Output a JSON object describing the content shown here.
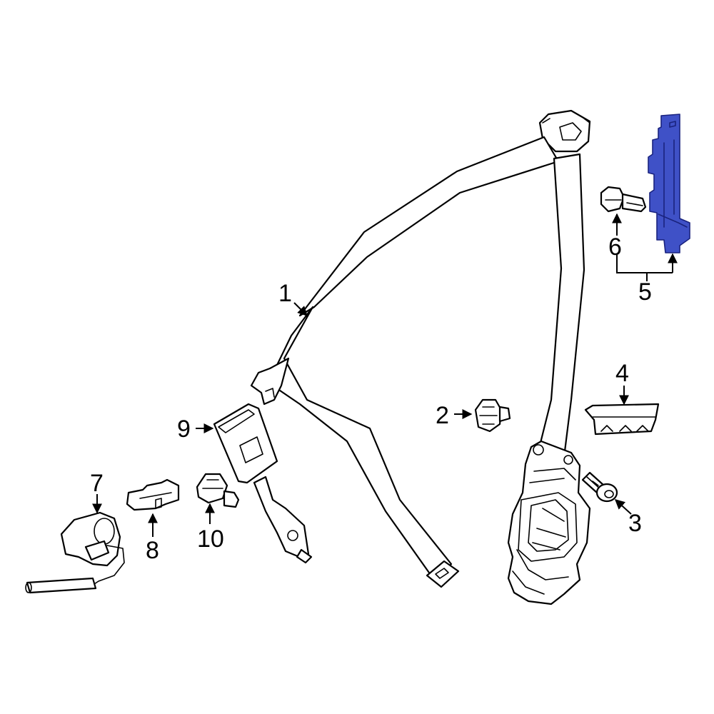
{
  "colors": {
    "line": "#000000",
    "background": "#ffffff",
    "highlight": "#3f51c7"
  },
  "callouts": {
    "c1": "1",
    "c2": "2",
    "c3": "3",
    "c4": "4",
    "c5": "5",
    "c6": "6",
    "c7": "7",
    "c8": "8",
    "c9": "9",
    "c10": "10"
  }
}
